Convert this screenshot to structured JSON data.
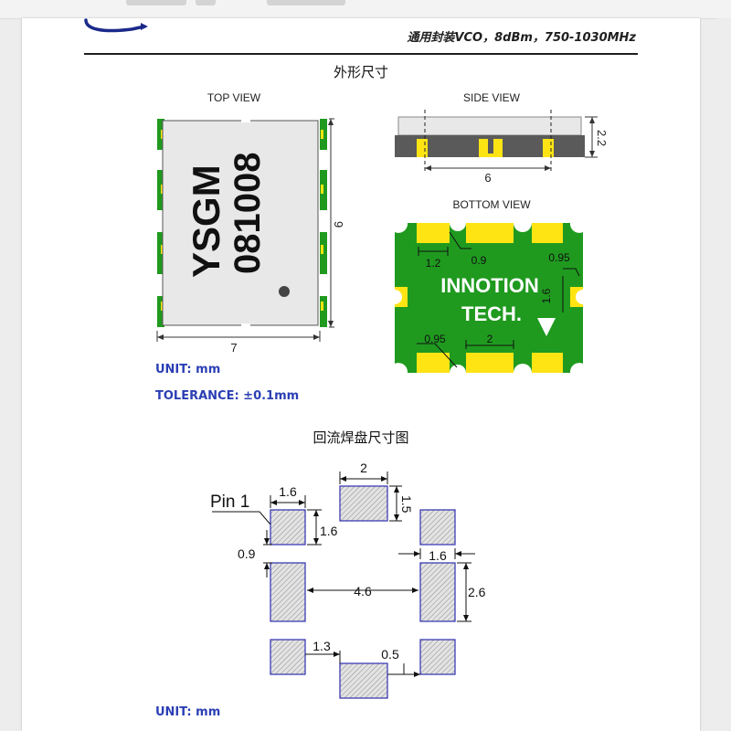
{
  "header": {
    "title": "通用封装VCO，8dBm，750-1030MHz"
  },
  "section_dimensions": {
    "title": "外形尺寸",
    "top_view": {
      "label": "TOP VIEW",
      "marking_line1": "YSGM",
      "marking_line2": "081008",
      "dim_height": "9",
      "dim_width": "7"
    },
    "side_view": {
      "label": "SIDE VIEW",
      "dim_height": "2.2",
      "dim_width": "6"
    },
    "bottom_view": {
      "label": "BOTTOM VIEW",
      "dim_pad_width": "1.2",
      "dim_pad_gap": "0.9",
      "dim_side_pad": "0.95",
      "dim_side_pad_len": "1.6",
      "dim_bottom_pad": "0.95",
      "dim_pitch": "2",
      "brand_line1": "INNOTION",
      "brand_line2": "TECH."
    },
    "unit": "UNIT: mm",
    "tolerance": "TOLERANCE: ±0.1mm"
  },
  "section_reflow": {
    "title": "回流焊盘尺寸图",
    "pin1_label": "Pin 1",
    "dims": {
      "top_pad_w": "2",
      "top_pad_h": "1.5",
      "pin1_w": "1.6",
      "pin1_h": "1.6",
      "gap_09": "0.9",
      "right_pad_w": "1.6",
      "center_span": "4.6",
      "side_pad_h": "2.6",
      "bottom_gap": "1.3",
      "bottom_small": "0.5"
    },
    "unit": "UNIT: mm"
  },
  "colors": {
    "pcb_green": "#1f9a1f",
    "pad_yellow": "#ffe414",
    "body_grey": "#e8e8e8",
    "note_blue": "#2b3fb4",
    "hatch_pad": "#d6d6d6",
    "pad_border": "#2e2eb0"
  }
}
